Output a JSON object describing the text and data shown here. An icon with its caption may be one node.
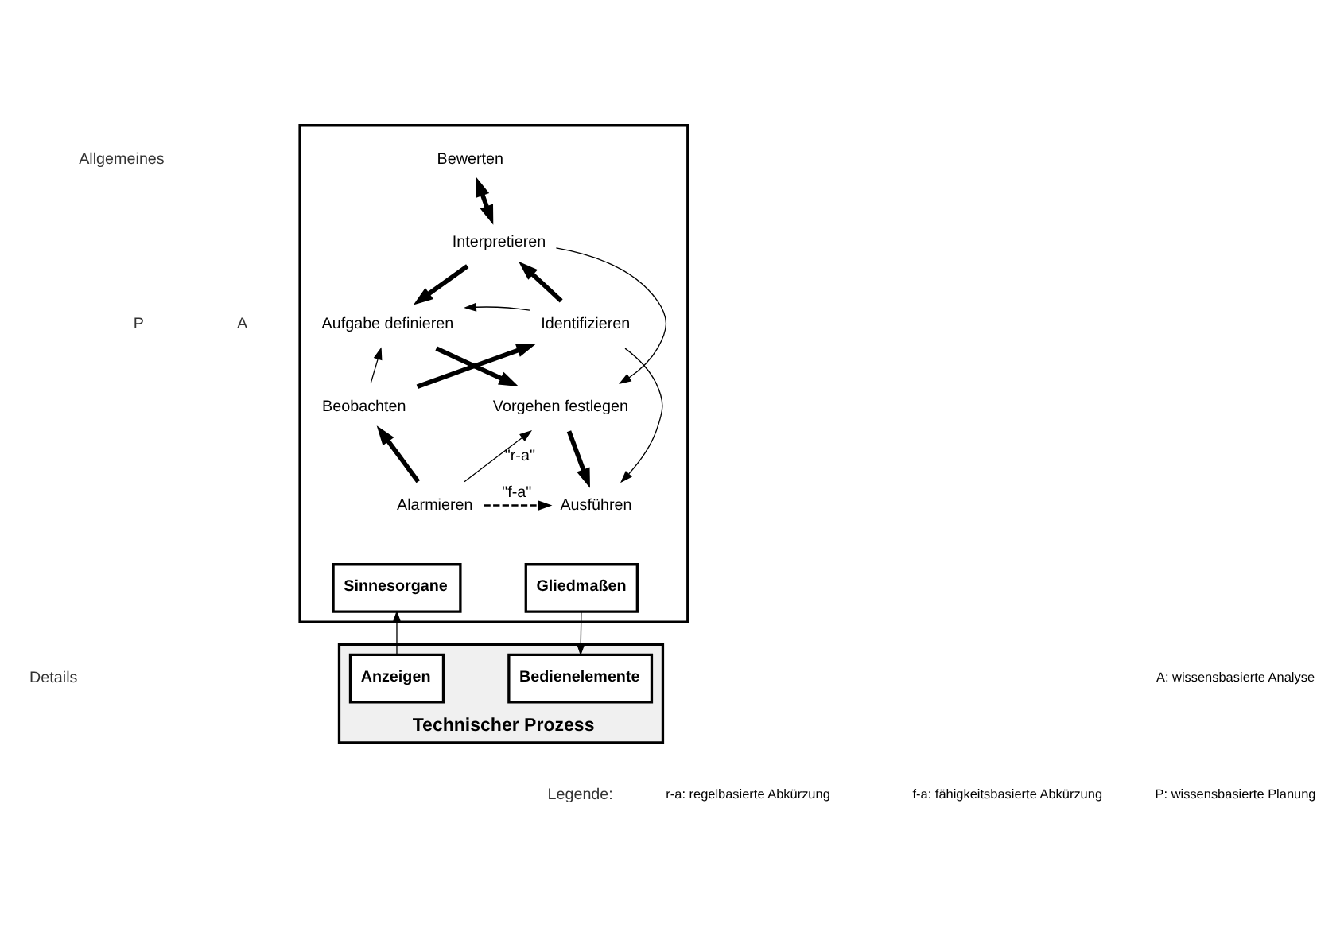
{
  "diagram": {
    "nodes": [
      {
        "text": [],
        "shape": "box"
      },
      {
        "text": [
          "Technischer Prozess"
        ]
      },
      {
        "text": [
          "Bewerten"
        ],
        "in": 0
      },
      {
        "text": [
          "Interpretieren"
        ],
        "in": 0
      },
      {
        "text": [
          "Identifizieren"
        ],
        "in": 0
      },
      {
        "text": [
          "Aufgabe definieren"
        ],
        "in": 0
      },
      {
        "text": [
          "Beobachten"
        ],
        "in": 0
      },
      {
        "text": [
          "Vorgehen festlegen"
        ],
        "in": 0
      },
      {
        "text": [
          "Alarmieren"
        ],
        "in": 0
      },
      {
        "text": [
          "Ausführen"
        ],
        "in": 0
      },
      {
        "text": [
          "Sinnesorgane"
        ],
        "in": 0
      },
      {
        "text": [
          "Gliedmaßen"
        ],
        "in": 0
      },
      {
        "text": [
          "Anzeigen"
        ],
        "in": 1
      },
      {
        "text": [
          "Bedienelemente"
        ],
        "in": 1
      }
    ],
    "edges": [
      {
        "from": 2,
        "to": 3,
        "arrow": "both",
        "style": "thick"
      },
      {
        "from": 8,
        "to": 6,
        "arrow": "to",
        "style": "thick"
      },
      {
        "from": 6,
        "to": 4,
        "arrow": "to",
        "style": "thick"
      },
      {
        "from": 4,
        "to": 3,
        "arrow": "to",
        "style": "thick"
      },
      {
        "from": 3,
        "to": 5,
        "arrow": "to",
        "style": "thick"
      },
      {
        "from": 5,
        "to": 7,
        "arrow": "to",
        "style": "thick"
      },
      {
        "from": 7,
        "to": 9,
        "arrow": "to",
        "style": "thick"
      },
      {
        "from": 4,
        "to": 5,
        "arrow": "to"
      },
      {
        "from": 4,
        "to": 9,
        "arrow": "to"
      },
      {
        "from": 6,
        "to": 5,
        "arrow": "to"
      },
      {
        "from": 3,
        "to": 7,
        "arrow": "to"
      },
      {
        "from": 8,
        "to": 7,
        "arrow": "to",
        "label": "\"r-a\""
      },
      {
        "from": 8,
        "to": 9,
        "arrow": "to",
        "label": "\"f-a\"",
        "style": "dashed"
      },
      {
        "from": 12,
        "to": 10,
        "arrow": "to"
      },
      {
        "from": 11,
        "to": 13,
        "arrow": "to"
      }
    ],
    "labels": [
      "Allgemeines",
      "A",
      "P",
      "Details",
      "Legende:"
    ],
    "legend": [
      {
        "text": "r-a: regelbasierte Abkürzung"
      },
      {
        "text": "A: wissensbasierte Analyse"
      },
      {
        "text": "f-a: fähigkeitsbasierte Abkürzung"
      },
      {
        "text": "P: wissensbasierte Planung"
      }
    ]
  }
}
